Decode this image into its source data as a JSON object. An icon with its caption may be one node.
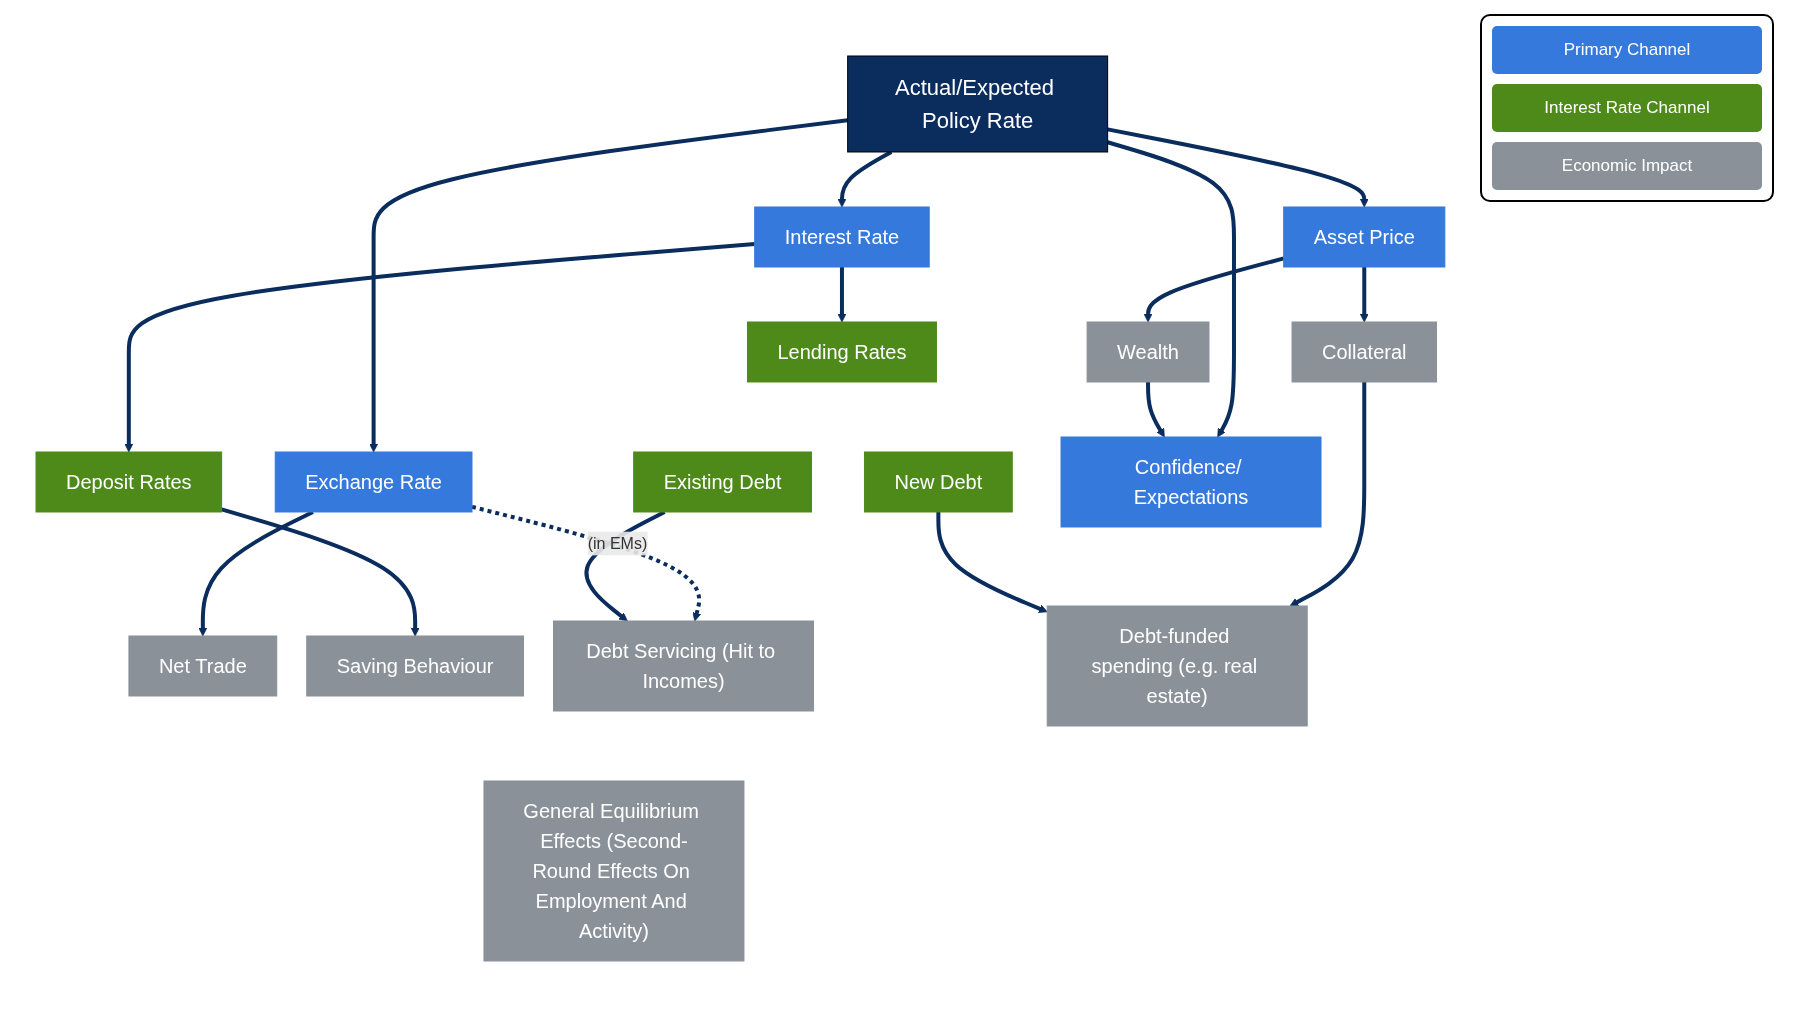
{
  "diagram": {
    "nodes": [
      {
        "text": [
          "Actual/Expected Policy Rate"
        ]
      },
      {
        "text": [
          "Asset Price"
        ]
      },
      {
        "text": [
          "Interest Rate"
        ]
      },
      {
        "text": [
          "Exchange Rate"
        ]
      },
      {
        "text": [
          "Wealth"
        ]
      },
      {
        "text": [
          "Collateral"
        ]
      },
      {
        "text": [
          "Lending Rates"
        ]
      },
      {
        "text": [
          "New Debt"
        ]
      },
      {
        "text": [
          "Existing Debt"
        ]
      },
      {
        "text": [
          "Deposit Rates"
        ]
      },
      {
        "text": [
          "Net Trade"
        ]
      },
      {
        "text": [
          "Confidence/ Expectations"
        ]
      },
      {
        "text": [
          "Saving Behaviour"
        ]
      },
      {
        "text": [
          "Debt-funded spending (e.g. real estate)"
        ]
      },
      {
        "text": [
          "Debt Servicing (Hit to Incomes)"
        ]
      },
      {
        "text": [
          "General Equilibrium Effects (Second-Round Effects On Employment And Activity)"
        ]
      }
    ],
    "edges": [
      {
        "from": 0,
        "to": 1,
        "arrow": "to"
      },
      {
        "from": 0,
        "to": 2,
        "arrow": "to"
      },
      {
        "from": 0,
        "to": 3,
        "arrow": "to"
      },
      {
        "from": 0,
        "to": 11,
        "arrow": "to"
      },
      {
        "from": 1,
        "to": 4,
        "arrow": "to"
      },
      {
        "from": 1,
        "to": 5,
        "arrow": "to"
      },
      {
        "from": 2,
        "to": 6,
        "arrow": "to"
      },
      {
        "from": 2,
        "to": 9,
        "arrow": "to"
      },
      {
        "from": 3,
        "to": 10,
        "arrow": "to"
      },
      {
        "from": 3,
        "to": 14,
        "arrow": "to",
        "style": "dashed",
        "label": "(in EMs)"
      },
      {
        "from": 4,
        "to": 11,
        "arrow": "to"
      },
      {
        "from": 5,
        "to": 13,
        "arrow": "to"
      },
      {
        "from": 7,
        "to": 13,
        "arrow": "to"
      },
      {
        "from": 8,
        "to": 14,
        "arrow": "to"
      },
      {
        "from": 9,
        "to": 12,
        "arrow": "to"
      }
    ],
    "legend": [
      {
        "text": "Primary Channel",
        "color": "#3579dc"
      },
      {
        "text": "Interest Rate Channel",
        "color": "#4e8a1a"
      },
      {
        "text": "Economic Impact",
        "color": "#8a9199"
      }
    ]
  }
}
